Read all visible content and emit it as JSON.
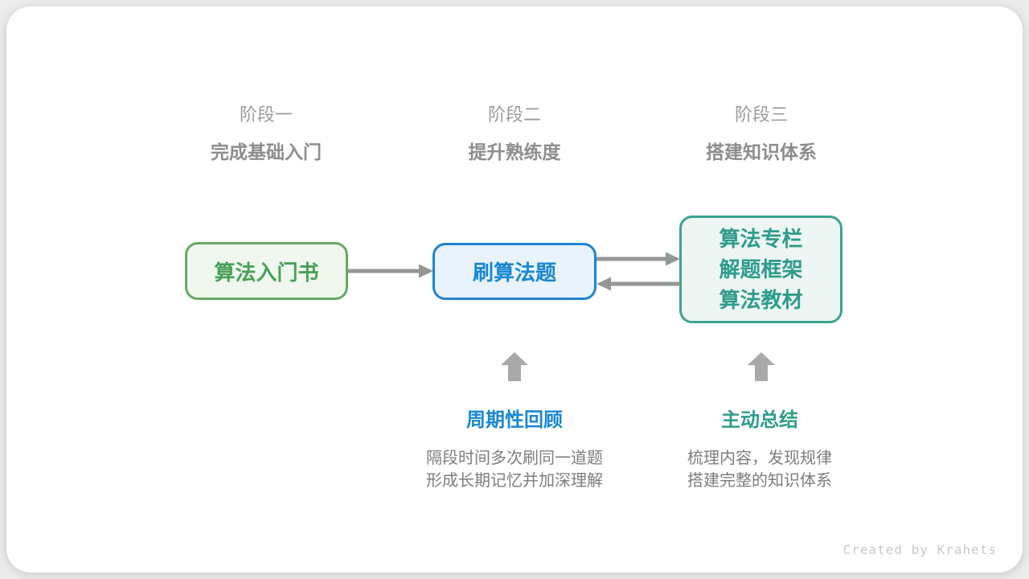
{
  "colors": {
    "green_text": "#48a058",
    "green_border": "#66a966",
    "green_bg": "#eff7ee",
    "blue_text": "#1787d2",
    "blue_border": "#1f83d3",
    "blue_bg": "#e9f3fc",
    "teal_text": "#2e9c8a",
    "teal_border": "#3fa18f",
    "teal_bg": "#edf6f3",
    "arrow_gray": "#969696",
    "up_arrow_gray": "#a9a9a9",
    "stage_label_gray": "#9b9b9b",
    "stage_subtitle_gray": "#8d8d8d",
    "description_gray": "#7d7d7d",
    "credit_gray": "#c9c9c9"
  },
  "stages": [
    {
      "label": "阶段一",
      "subtitle": "完成基础入门"
    },
    {
      "label": "阶段二",
      "subtitle": "提升熟练度"
    },
    {
      "label": "阶段三",
      "subtitle": "搭建知识体系"
    }
  ],
  "nodes": [
    {
      "id": "intro-book",
      "lines": [
        "算法入门书"
      ],
      "color": "green"
    },
    {
      "id": "practice-problems",
      "lines": [
        "刷算法题"
      ],
      "color": "blue"
    },
    {
      "id": "knowledge-resources",
      "lines": [
        "算法专栏",
        "解题框架",
        "算法教材"
      ],
      "color": "teal"
    }
  ],
  "arrows": [
    {
      "id": "intro-to-practice",
      "direction": "right"
    },
    {
      "id": "practice-to-resources",
      "direction": "right"
    },
    {
      "id": "resources-to-practice",
      "direction": "left"
    },
    {
      "id": "review-to-practice",
      "direction": "up"
    },
    {
      "id": "summary-to-resources",
      "direction": "up"
    }
  ],
  "annotations": [
    {
      "title": "周期性回顾",
      "color": "blue",
      "lines": [
        "隔段时间多次刷同一道题",
        "形成长期记忆并加深理解"
      ]
    },
    {
      "title": "主动总结",
      "color": "teal",
      "lines": [
        "梳理内容，发现规律",
        "搭建完整的知识体系"
      ]
    }
  ],
  "footer": {
    "credit": "Created by Krahets"
  }
}
